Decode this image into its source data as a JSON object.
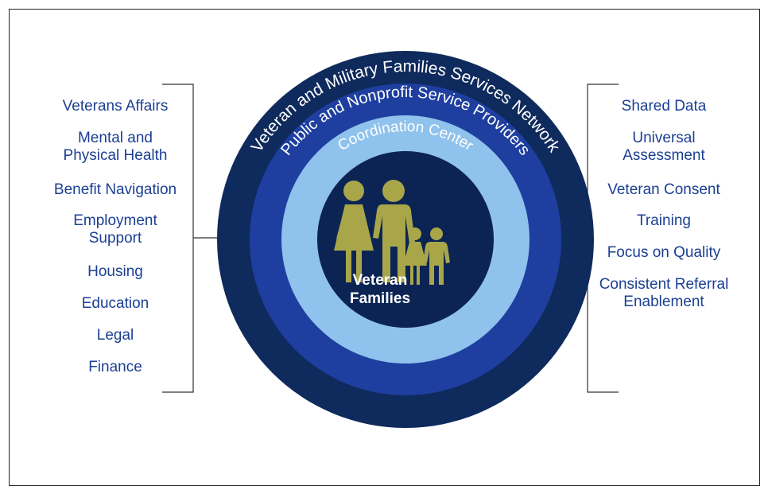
{
  "rings": {
    "outer_label": "Veteran and Military Families Services Network",
    "middle_label": "Public and Nonprofit Service Providers",
    "inner_label": "Coordination Center",
    "core_label_line1": "Veteran",
    "core_label_line2": "Families"
  },
  "left_items": [
    "Veterans Affairs",
    "Mental and\nPhysical Health",
    "Benefit Navigation",
    "Employment\nSupport",
    "Housing",
    "Education",
    "Legal",
    "Finance"
  ],
  "right_items": [
    "Shared Data",
    "Universal\nAssessment",
    "Veteran Consent",
    "Training",
    "Focus on Quality",
    "Consistent Referral\nEnablement"
  ],
  "colors": {
    "outer_ring": "#0f2a5c",
    "middle_ring": "#1e3fa0",
    "inner_ring": "#8fc2ec",
    "core": "#0c2454",
    "family_figures": "#a9a64a",
    "list_text": "#1b3f93"
  },
  "icons": {
    "family": "family-icon"
  }
}
